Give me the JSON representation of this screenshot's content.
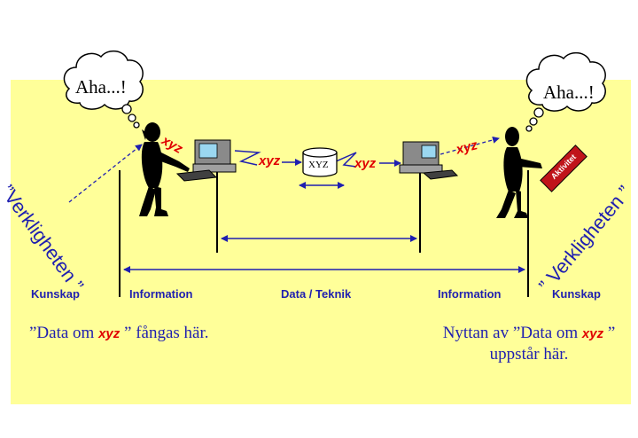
{
  "diagram": {
    "thought_left": "Aha...!",
    "thought_right": "Aha...!",
    "reality_left": "”Verkligheten ”",
    "reality_right": "” Verkligheten ”",
    "labels": {
      "kunskap_left": "Kunskap",
      "information_left": "Information",
      "data_teknik": "Data / Teknik",
      "information_right": "Information",
      "kunskap_right": "Kunskap"
    },
    "data_labels": {
      "xyz_person_left": "xyz",
      "xyz_computer_left": "xyz",
      "database": "XYZ",
      "xyz_computer_right": "xyz",
      "xyz_person_right": "xyz"
    },
    "activity_tag": "Aktivitet",
    "caption_left": {
      "open_quote": "”Data om ",
      "xyz": "xyz",
      "rest": " ” fångas här."
    },
    "caption_right": {
      "prefix": "Nyttan av ”Data om ",
      "xyz": "xyz",
      "close": " ”",
      "line2": "uppstår här."
    },
    "colors": {
      "background": "#ffff99",
      "text_blue": "#1f1fb0",
      "accent_red": "#e00000",
      "tag_red": "#c0141a"
    }
  }
}
